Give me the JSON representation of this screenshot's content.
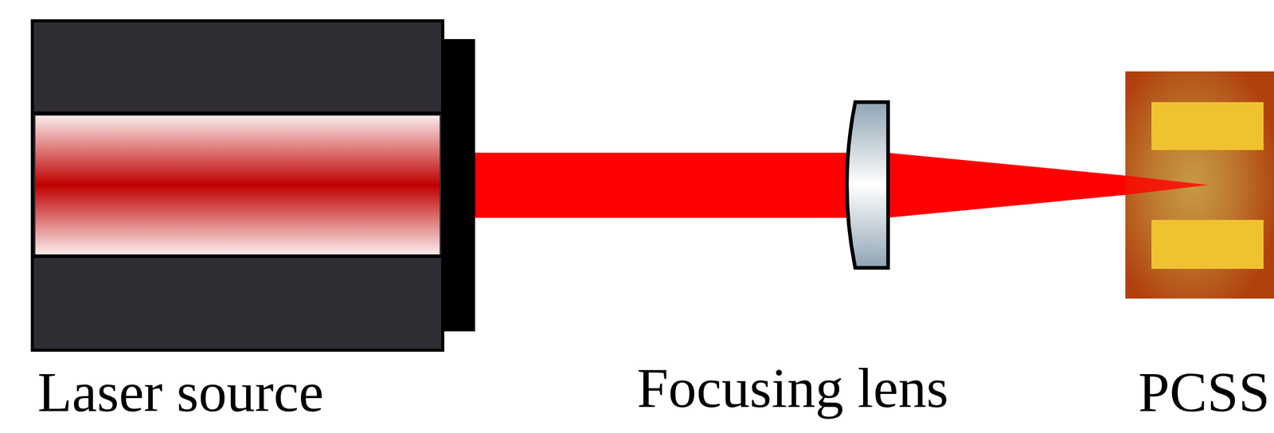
{
  "diagram": {
    "labels": [
      "Laser source",
      "Focusing lens",
      "PCSS"
    ]
  }
}
